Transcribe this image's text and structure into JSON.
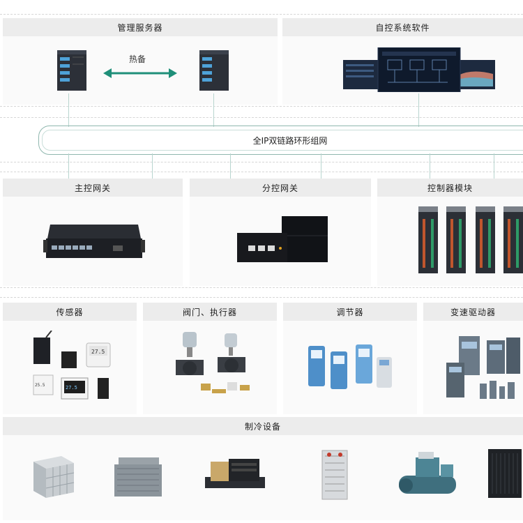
{
  "top": {
    "server_header": "管理服务器",
    "software_header": "自控系统软件",
    "hot_standby_label": "热备"
  },
  "network": {
    "ring_label": "全IP双链路环形组网"
  },
  "gateways": {
    "main_gateway": "主控网关",
    "sub_gateway": "分控网关",
    "controller_module": "控制器模块"
  },
  "field": {
    "sensors": "传感器",
    "valves": "阀门、执行器",
    "regulators": "调节器",
    "vfd": "变速驱动器"
  },
  "cooling": {
    "header": "制冷设备"
  },
  "sensor_readings": [
    "27.5",
    "25.5",
    "27.5"
  ],
  "colors": {
    "accent": "#1f8f79",
    "header_bg": "#ececec",
    "line": "#b8d5cf"
  }
}
